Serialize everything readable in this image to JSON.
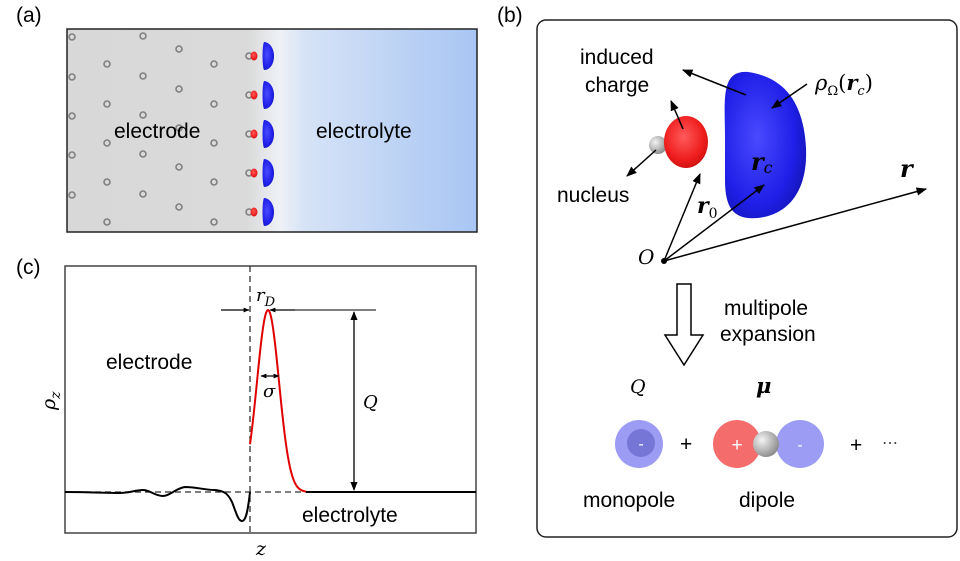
{
  "panels": {
    "a": {
      "label": "(a)",
      "electrode_label": "electrode",
      "electrolyte_label": "electrolyte",
      "adsorbate_count": 5,
      "colors": {
        "electrode": "#d9d9d9",
        "electrolyte": "#a9c6f2",
        "atom": "#808080",
        "charge_blue": "#2a2ee0",
        "charge_red": "#e02020"
      }
    },
    "b": {
      "label": "(b)",
      "induced_charge_label_line1": "induced",
      "induced_charge_label_line2": "charge",
      "density_label": "ρΩ(rc)",
      "density_rho": "ρ",
      "density_sub": "Ω",
      "density_arg_open": "(",
      "density_arg_r": "r",
      "density_arg_sub": "c",
      "density_arg_close": ")",
      "nucleus_label": "nucleus",
      "r0_label": "r",
      "r0_sub": "0",
      "rc_label": "r",
      "rc_sub": "c",
      "r_label": "r",
      "origin_label": "O",
      "expansion_line1": "multipole",
      "expansion_line2": "expansion",
      "monopole_symbol": "Q",
      "dipole_symbol": "μ",
      "monopole_label": "monopole",
      "dipole_label": "dipole",
      "plus1": "+",
      "plus2": "+",
      "ellipsis": "⋯",
      "monopole_sign": "-",
      "dipole_pos_sign": "+",
      "dipole_neg_sign": "-",
      "colors": {
        "blue": "#1a1aff",
        "red": "#ff1a1a",
        "light_blue": "#9c9cf5",
        "light_red": "#f56c6c"
      }
    },
    "c": {
      "label": "(c)",
      "electrode_label": "electrode",
      "electrolyte_label": "electrolyte",
      "y_axis_label": "ρ",
      "y_axis_sub": "z",
      "x_axis_label": "z",
      "rD_label": "r",
      "rD_sub": "D",
      "sigma_label": "σ",
      "Q_label": "Q",
      "colors": {
        "peak": "#e00000",
        "profile": "#000000"
      }
    }
  }
}
